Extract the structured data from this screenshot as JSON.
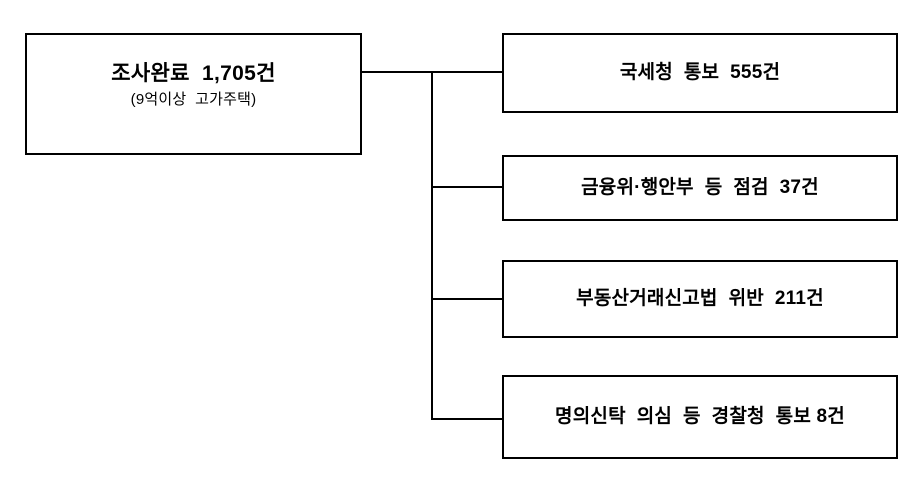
{
  "diagram": {
    "type": "org-tree",
    "orientation": "left-to-right",
    "background_color": "#ffffff",
    "line_color": "#000000",
    "text_color": "#000000",
    "root": {
      "title": "조사완료  1,705건",
      "subtitle": "(9억이상  고가주택)",
      "count": 1705,
      "unit": "건"
    },
    "branches": [
      {
        "label": "국세청  통보  555건",
        "count": 555,
        "unit": "건"
      },
      {
        "label": "금융위·행안부  등  점검  37건",
        "count": 37,
        "unit": "건"
      },
      {
        "label": "부동산거래신고법  위반  211건",
        "count": 211,
        "unit": "건"
      },
      {
        "label": "명의신탁  의심  등  경찰청  통보 8건",
        "count": 8,
        "unit": "건"
      }
    ]
  }
}
